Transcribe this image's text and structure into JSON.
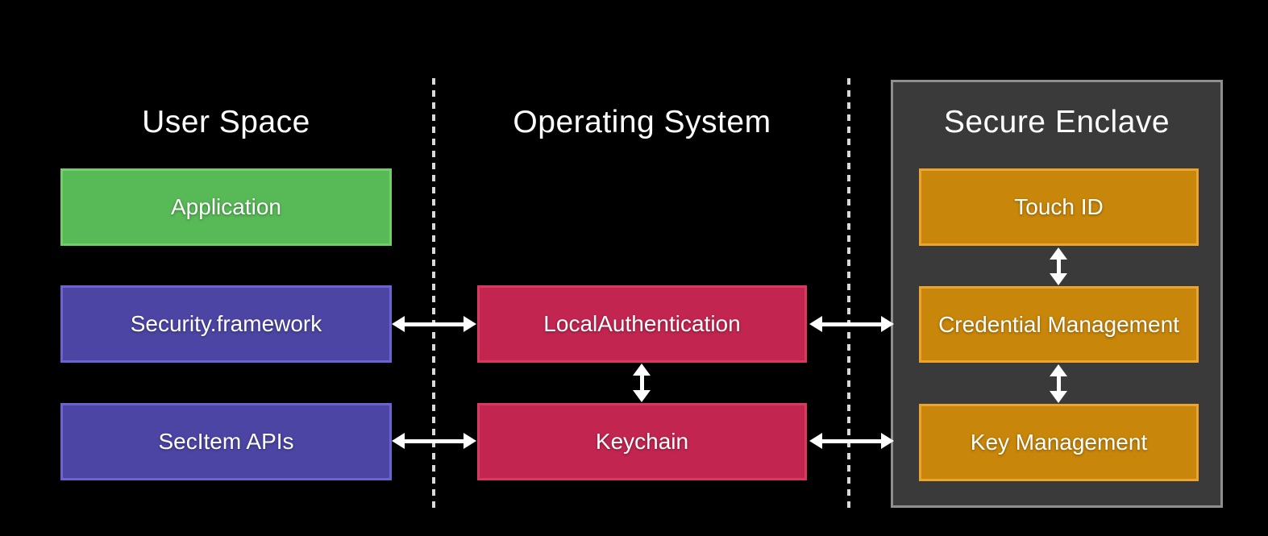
{
  "diagram": {
    "description": "Security architecture diagram with three columns connected by bidirectional arrows",
    "columns": [
      {
        "title": "User Space"
      },
      {
        "title": "Operating System"
      },
      {
        "title": "Secure Enclave"
      }
    ],
    "nodes": [
      {
        "id": "application",
        "label": "Application",
        "column": "User Space",
        "color": "#58b957",
        "border_color": "#72cf68"
      },
      {
        "id": "security-framework",
        "label": "Security.framework",
        "column": "User Space",
        "color": "#4c45a4",
        "border_color": "#6b63cf"
      },
      {
        "id": "secitem-apis",
        "label": "SecItem APIs",
        "column": "User Space",
        "color": "#4c45a4",
        "border_color": "#6b63cf"
      },
      {
        "id": "local-authentication",
        "label": "LocalAuthentication",
        "column": "Operating System",
        "color": "#c22550",
        "border_color": "#d8395f"
      },
      {
        "id": "keychain",
        "label": "Keychain",
        "column": "Operating System",
        "color": "#c22550",
        "border_color": "#d8395f"
      },
      {
        "id": "touch-id",
        "label": "Touch ID",
        "column": "Secure Enclave",
        "color": "#c8860a",
        "border_color": "#eda42d"
      },
      {
        "id": "credential-management",
        "label": "Credential Management",
        "column": "Secure Enclave",
        "color": "#c8860a",
        "border_color": "#eda42d"
      },
      {
        "id": "key-management",
        "label": "Key Management",
        "column": "Secure Enclave",
        "color": "#c8860a",
        "border_color": "#eda42d"
      }
    ],
    "edges": [
      {
        "from": "security-framework",
        "to": "local-authentication",
        "type": "bidirectional",
        "orientation": "horizontal"
      },
      {
        "from": "secitem-apis",
        "to": "keychain",
        "type": "bidirectional",
        "orientation": "horizontal"
      },
      {
        "from": "local-authentication",
        "to": "credential-management",
        "type": "bidirectional",
        "orientation": "horizontal"
      },
      {
        "from": "keychain",
        "to": "key-management",
        "type": "bidirectional",
        "orientation": "horizontal"
      },
      {
        "from": "local-authentication",
        "to": "keychain",
        "type": "bidirectional",
        "orientation": "vertical"
      },
      {
        "from": "touch-id",
        "to": "credential-management",
        "type": "bidirectional",
        "orientation": "vertical"
      },
      {
        "from": "credential-management",
        "to": "key-management",
        "type": "bidirectional",
        "orientation": "vertical"
      }
    ],
    "colors": {
      "background": "#000000",
      "text": "#ffffff",
      "arrow": "#ffffff",
      "separator_dots": "#d9d9d9",
      "enclave_panel_fill": "#3a3a3a",
      "enclave_panel_border": "#8f8f8f"
    }
  }
}
